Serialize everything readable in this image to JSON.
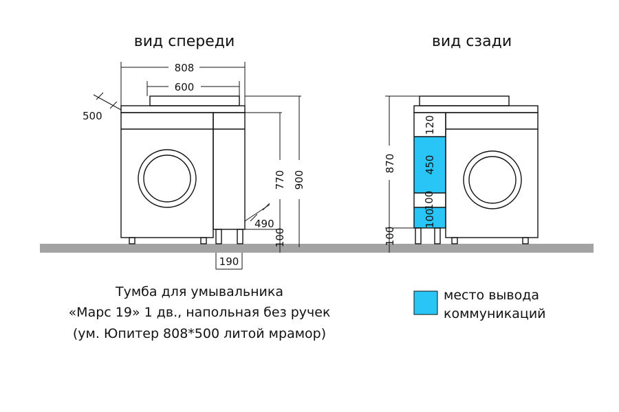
{
  "views": {
    "front_title": "вид спереди",
    "back_title": "вид сзади"
  },
  "front_dims": {
    "width_total": "808",
    "width_basin": "600",
    "depth": "500",
    "height_770": "770",
    "height_900": "900",
    "shelf_depth": "490",
    "leg_height": "100",
    "shelf_width": "190"
  },
  "back_dims": {
    "height": "870",
    "leg_height": "100",
    "seg_120": "120",
    "seg_450": "450",
    "seg_100a": "100",
    "seg_100b": "100"
  },
  "caption": {
    "line1": "Тумба для умывальника",
    "line2": "«Марс 19» 1 дв., напольная без ручек",
    "line3": "(ум. Юпитер 808*500 литой мрамор)"
  },
  "legend": {
    "line1": "место вывода",
    "line2": "коммуникаций"
  },
  "colors": {
    "highlight": "#29c5f6",
    "floor": "#a3a3a3",
    "line": "#111111"
  }
}
